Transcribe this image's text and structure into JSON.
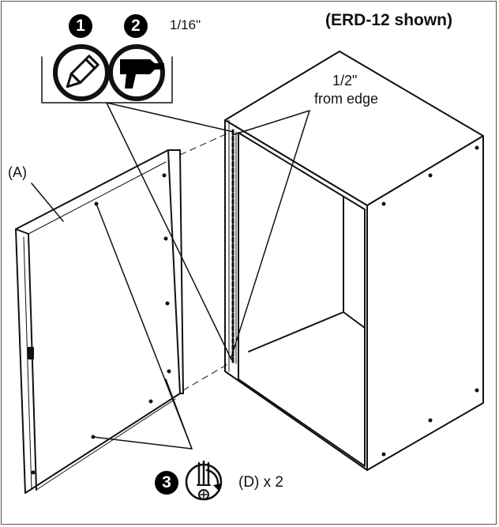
{
  "title": "(ERD-12 shown)",
  "steps": [
    {
      "number": "1",
      "icon": "pencil-icon"
    },
    {
      "number": "2",
      "icon": "drill-icon"
    },
    {
      "number": "3",
      "icon": "screwdriver-icon"
    }
  ],
  "measurements": {
    "drill_bit": "1/16\"",
    "distance": "1/2\"",
    "distance_note": "from edge"
  },
  "part_label": "(A)",
  "hardware": "(D) x 2"
}
